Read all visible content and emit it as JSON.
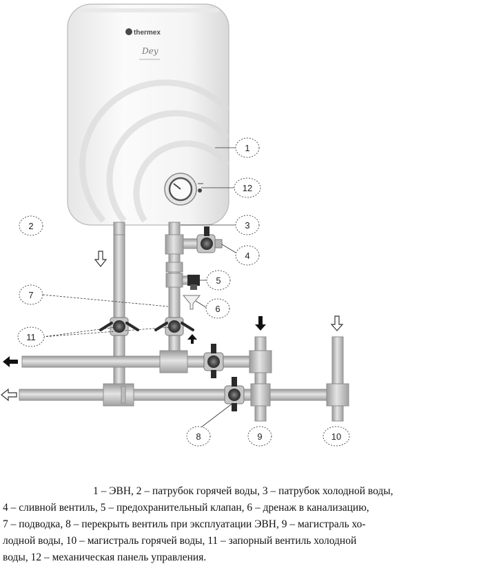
{
  "heater": {
    "brand": "thermex",
    "model": "Dey"
  },
  "callouts": [
    "1",
    "2",
    "3",
    "4",
    "5",
    "6",
    "7",
    "8",
    "9",
    "10",
    "11",
    "12"
  ],
  "caption": {
    "lines": [
      "1 – ЭВН, 2 – патрубок горячей воды, 3 – патрубок холодной воды,",
      "4 – сливной вентиль, 5 –  предохранительный клапан, 6 –  дренаж в канализацию,",
      "7 – подводка, 8 – перекрыть вентиль при эксплуатации ЭВН, 9 – магистраль хо-",
      "лодной воды, 10 – магистраль горячей воды, 11 – запорный вентиль холодной",
      "воды, 12 – механическая панель управления."
    ]
  },
  "colors": {
    "pipe": "#d6d6d6",
    "pipe_edge": "#8d8d8d",
    "valve_handle": "#2a2a2a",
    "heater_body": "#f4f4f4"
  }
}
